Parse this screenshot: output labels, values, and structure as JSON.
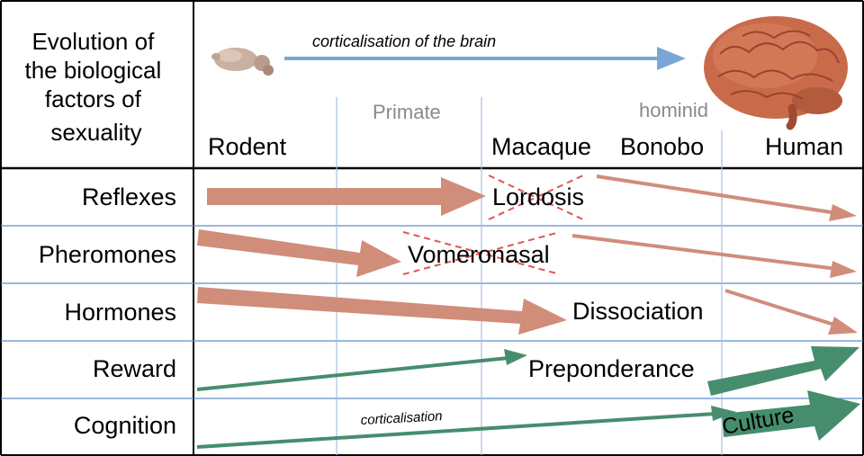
{
  "title_lines": [
    "Evolution of",
    "the biological",
    "factors of",
    "sexuality"
  ],
  "top_arrow_label": "corticalisation of the brain",
  "groups": {
    "primate": "Primate",
    "hominid": "hominid"
  },
  "columns": {
    "rodent": "Rodent",
    "macaque": "Macaque",
    "bonobo": "Bonobo",
    "human": "Human"
  },
  "rows": {
    "reflexes": "Reflexes",
    "pheromones": "Pheromones",
    "hormones": "Hormones",
    "reward": "Reward",
    "cognition": "Cognition"
  },
  "annotations": {
    "lordosis": "Lordosis",
    "vomeronasal": "Vomeronasal",
    "dissociation": "Dissociation",
    "preponderance": "Preponderance",
    "culture": "Culture",
    "corticalisation": "corticalisation"
  },
  "colors": {
    "salmon_arrow": "#d08d7a",
    "green_arrow": "#468d6d",
    "blue_arrow": "#7aa6d6",
    "grid_line": "#5f8fc5",
    "cross": "#e05555",
    "group_text": "#8a8a8a"
  },
  "icons": {
    "rodent_brain": "rodent-brain-icon",
    "human_brain": "human-brain-icon"
  }
}
